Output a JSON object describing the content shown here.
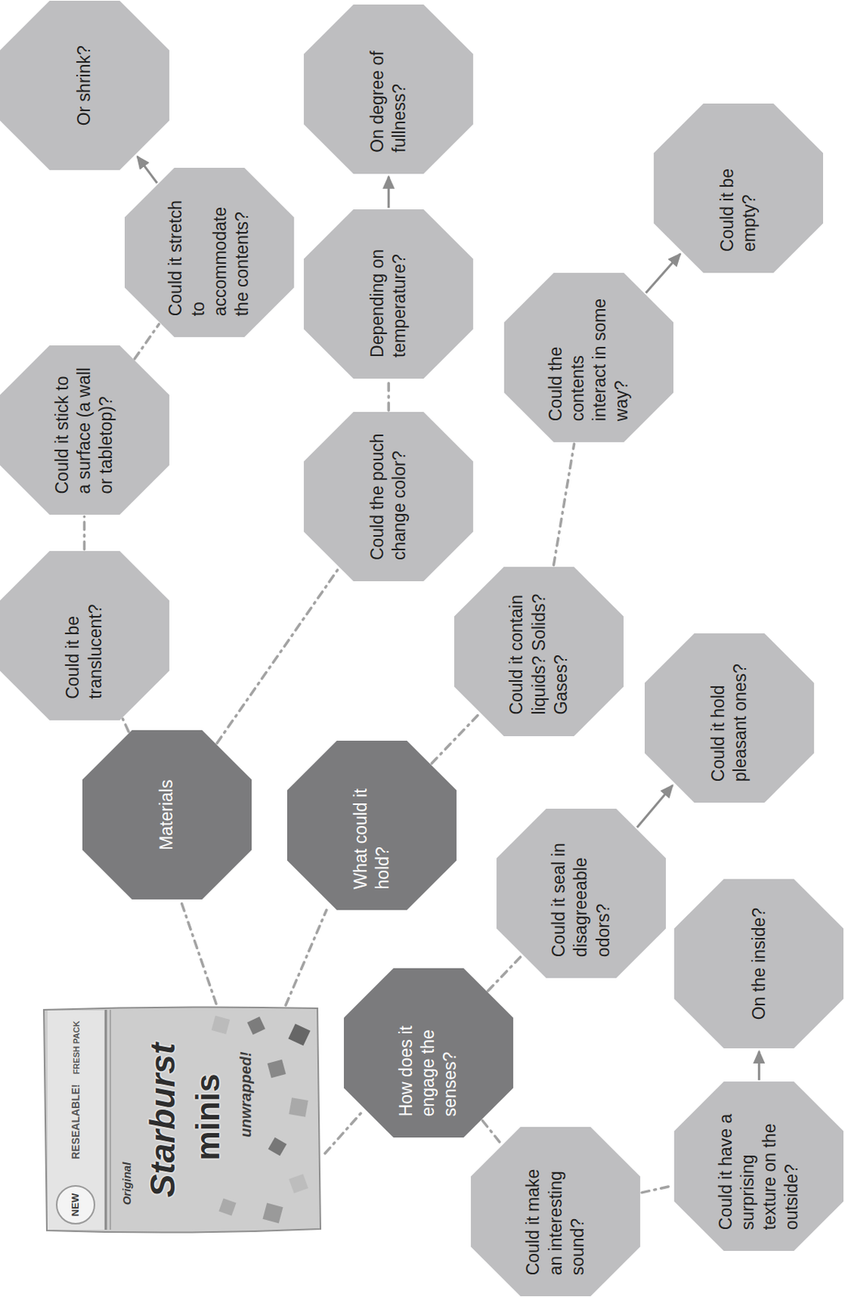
{
  "diagram": {
    "nodes": [
      {
        "text": [
          "Materials"
        ]
      },
      {
        "text": [
          "Could it be translucent?"
        ]
      },
      {
        "text": [
          "Could it stick to a surface (a wall or tabletop)?"
        ]
      },
      {
        "text": [
          "Could it stretch to accommodate the contents?"
        ]
      },
      {
        "text": [
          "Or shrink?"
        ]
      },
      {
        "text": [
          "Could the pouch change color?"
        ]
      },
      {
        "text": [
          "Depending on temperature?"
        ]
      },
      {
        "text": [
          "On degree of fullness?"
        ]
      },
      {
        "text": [
          "What could it hold?"
        ]
      },
      {
        "text": [
          "Could it contain liquids? Solids? Gases?"
        ]
      },
      {
        "text": [
          "Could the contents interact in some way?"
        ]
      },
      {
        "text": [
          "Could it be empty?"
        ]
      },
      {
        "text": [
          "How does it engage the senses?"
        ]
      },
      {
        "text": [
          "Could it seal in disagreeable odors?"
        ]
      },
      {
        "text": [
          "Could it hold pleasant ones?"
        ]
      },
      {
        "text": [
          "Could it make an interesting sound?"
        ]
      },
      {
        "text": [
          "Could it have a surprising texture on the outside?"
        ]
      },
      {
        "text": [
          "On the inside?"
        ]
      }
    ],
    "edges": [
      {
        "from": 0,
        "to": 1,
        "arrow": "none"
      },
      {
        "from": 1,
        "to": 2,
        "arrow": "none"
      },
      {
        "from": 2,
        "to": 3,
        "arrow": "none"
      },
      {
        "from": 3,
        "to": 4,
        "arrow": "to"
      },
      {
        "from": 0,
        "to": 5,
        "arrow": "none"
      },
      {
        "from": 5,
        "to": 6,
        "arrow": "none"
      },
      {
        "from": 6,
        "to": 7,
        "arrow": "to"
      },
      {
        "from": 8,
        "to": 9,
        "arrow": "none"
      },
      {
        "from": 9,
        "to": 10,
        "arrow": "none"
      },
      {
        "from": 10,
        "to": 11,
        "arrow": "to"
      },
      {
        "from": 12,
        "to": 13,
        "arrow": "none"
      },
      {
        "from": 13,
        "to": 14,
        "arrow": "to"
      },
      {
        "from": 12,
        "to": 15,
        "arrow": "none"
      },
      {
        "from": 15,
        "to": 16,
        "arrow": "none"
      },
      {
        "from": 16,
        "to": 17,
        "arrow": "to"
      }
    ],
    "labels": [
      "NEW",
      "RESEALABLE!",
      "FRESH PACK",
      "Original",
      "Starburst",
      "minis",
      "unwrapped!"
    ]
  }
}
